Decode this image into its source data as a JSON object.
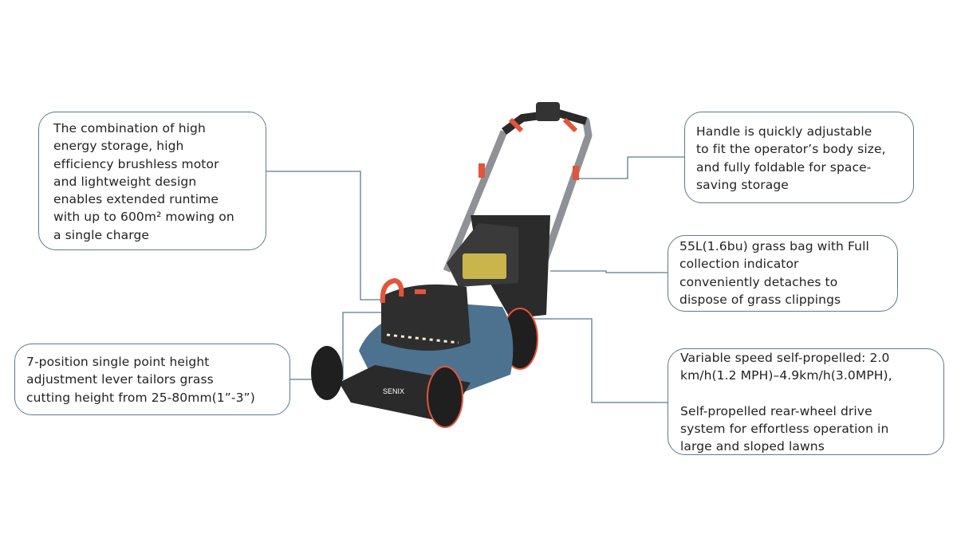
{
  "callouts": {
    "battery": "The combination of high\nenergy storage, high\nefficiency brushless motor\nand lightweight design\nenables extended runtime\nwith up to 600m² mowing on\na single charge",
    "height": " 7-position single point height\nadjustment lever tailors grass\ncutting height from 25-80mm(1”-3”)",
    "handle": "Handle is quickly adjustable\nto fit the operator’s body size,\nand fully foldable for space-\nsaving storage",
    "bag": "55L(1.6bu) grass bag with Full\ncollection indicator\nconveniently detaches to\ndispose of grass clippings",
    "speed_line1": "Variable speed self-propelled: 2.0\nkm/h(1.2 MPH)–4.9km/h(3.0MPH),",
    "speed_line2": "Self-propelled rear-wheel drive\nsystem for effortless operation in\nlarge and sloped lawns"
  },
  "product": {
    "brand": "SENIX"
  },
  "colors": {
    "accent": "#e2553a",
    "deck": "#4d7290",
    "line": "#5c7a8e"
  }
}
